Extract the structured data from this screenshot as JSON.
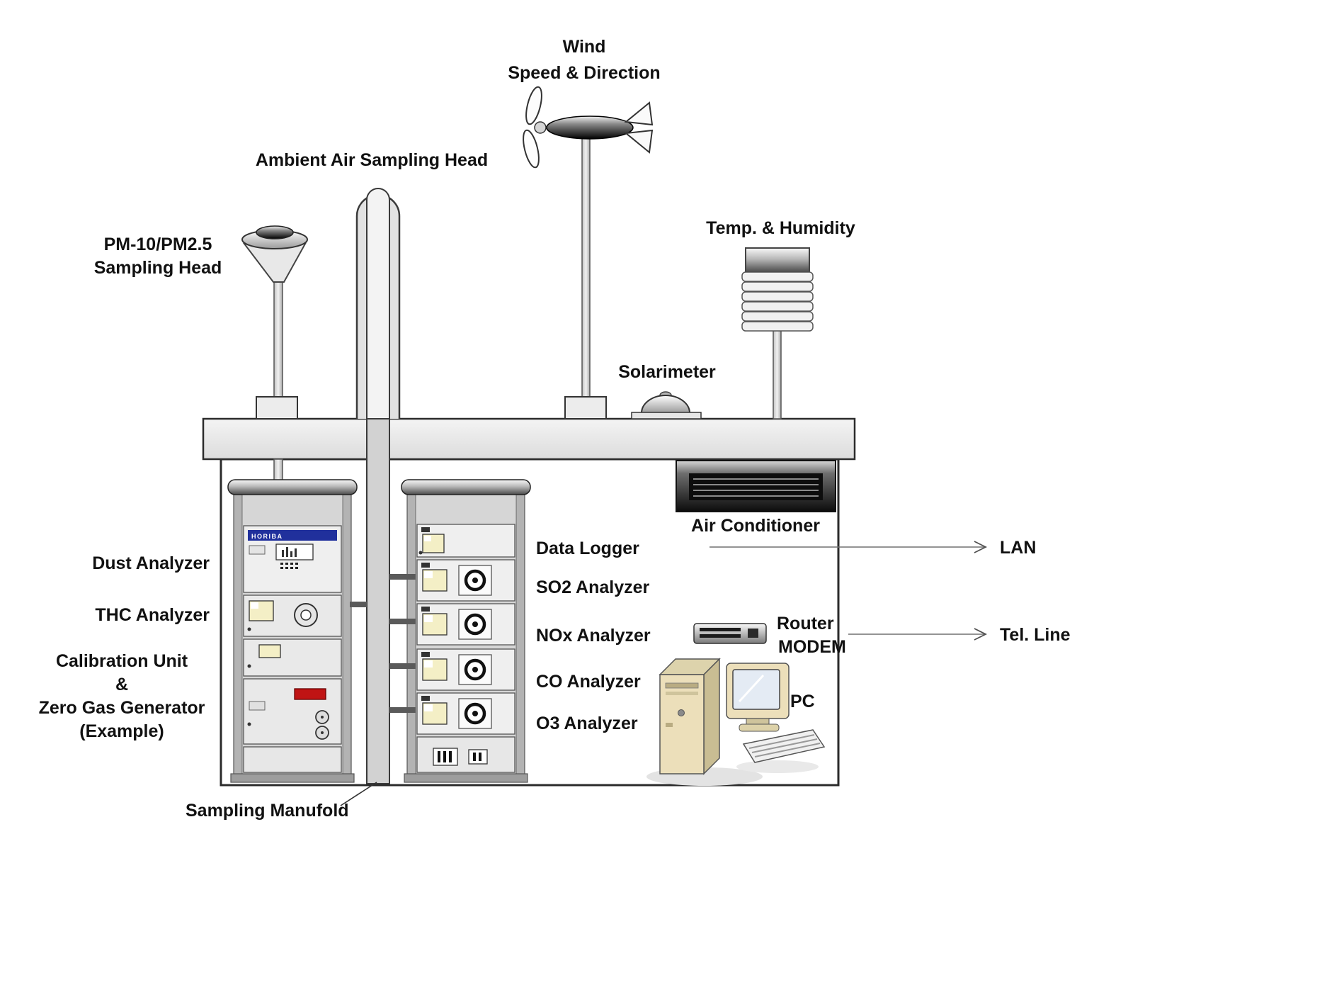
{
  "rooftop": {
    "wind": {
      "line1": "Wind",
      "line2": "Speed & Direction"
    },
    "ambient_head": "Ambient Air Sampling Head",
    "pm_head": {
      "line1": "PM-10/PM2.5",
      "line2": "Sampling Head"
    },
    "temp_humidity": "Temp. & Humidity",
    "solarimeter": "Solarimeter"
  },
  "shelter": {
    "air_conditioner": "Air Conditioner",
    "left_rack": {
      "brand": "HORIBA",
      "dust": "Dust Analyzer",
      "thc": "THC Analyzer",
      "calibration": {
        "line1": "Calibration Unit",
        "line2": "&",
        "line3": "Zero Gas Generator",
        "line4": "(Example)"
      }
    },
    "right_rack": {
      "data_logger": "Data Logger",
      "so2": "SO2 Analyzer",
      "nox": "NOx Analyzer",
      "co": "CO Analyzer",
      "o3": "O3 Analyzer"
    },
    "manifold": "Sampling Manufold",
    "comms": {
      "router": "Router",
      "modem": "MODEM",
      "pc": "PC"
    }
  },
  "connections": {
    "lan": "LAN",
    "tel": "Tel. Line"
  },
  "colors": {
    "brand_bar_blue": "#20309c",
    "led_red": "#c01414",
    "panel_yellow": "#f4efc6",
    "line_gray": "#707070",
    "ink": "#111111"
  }
}
